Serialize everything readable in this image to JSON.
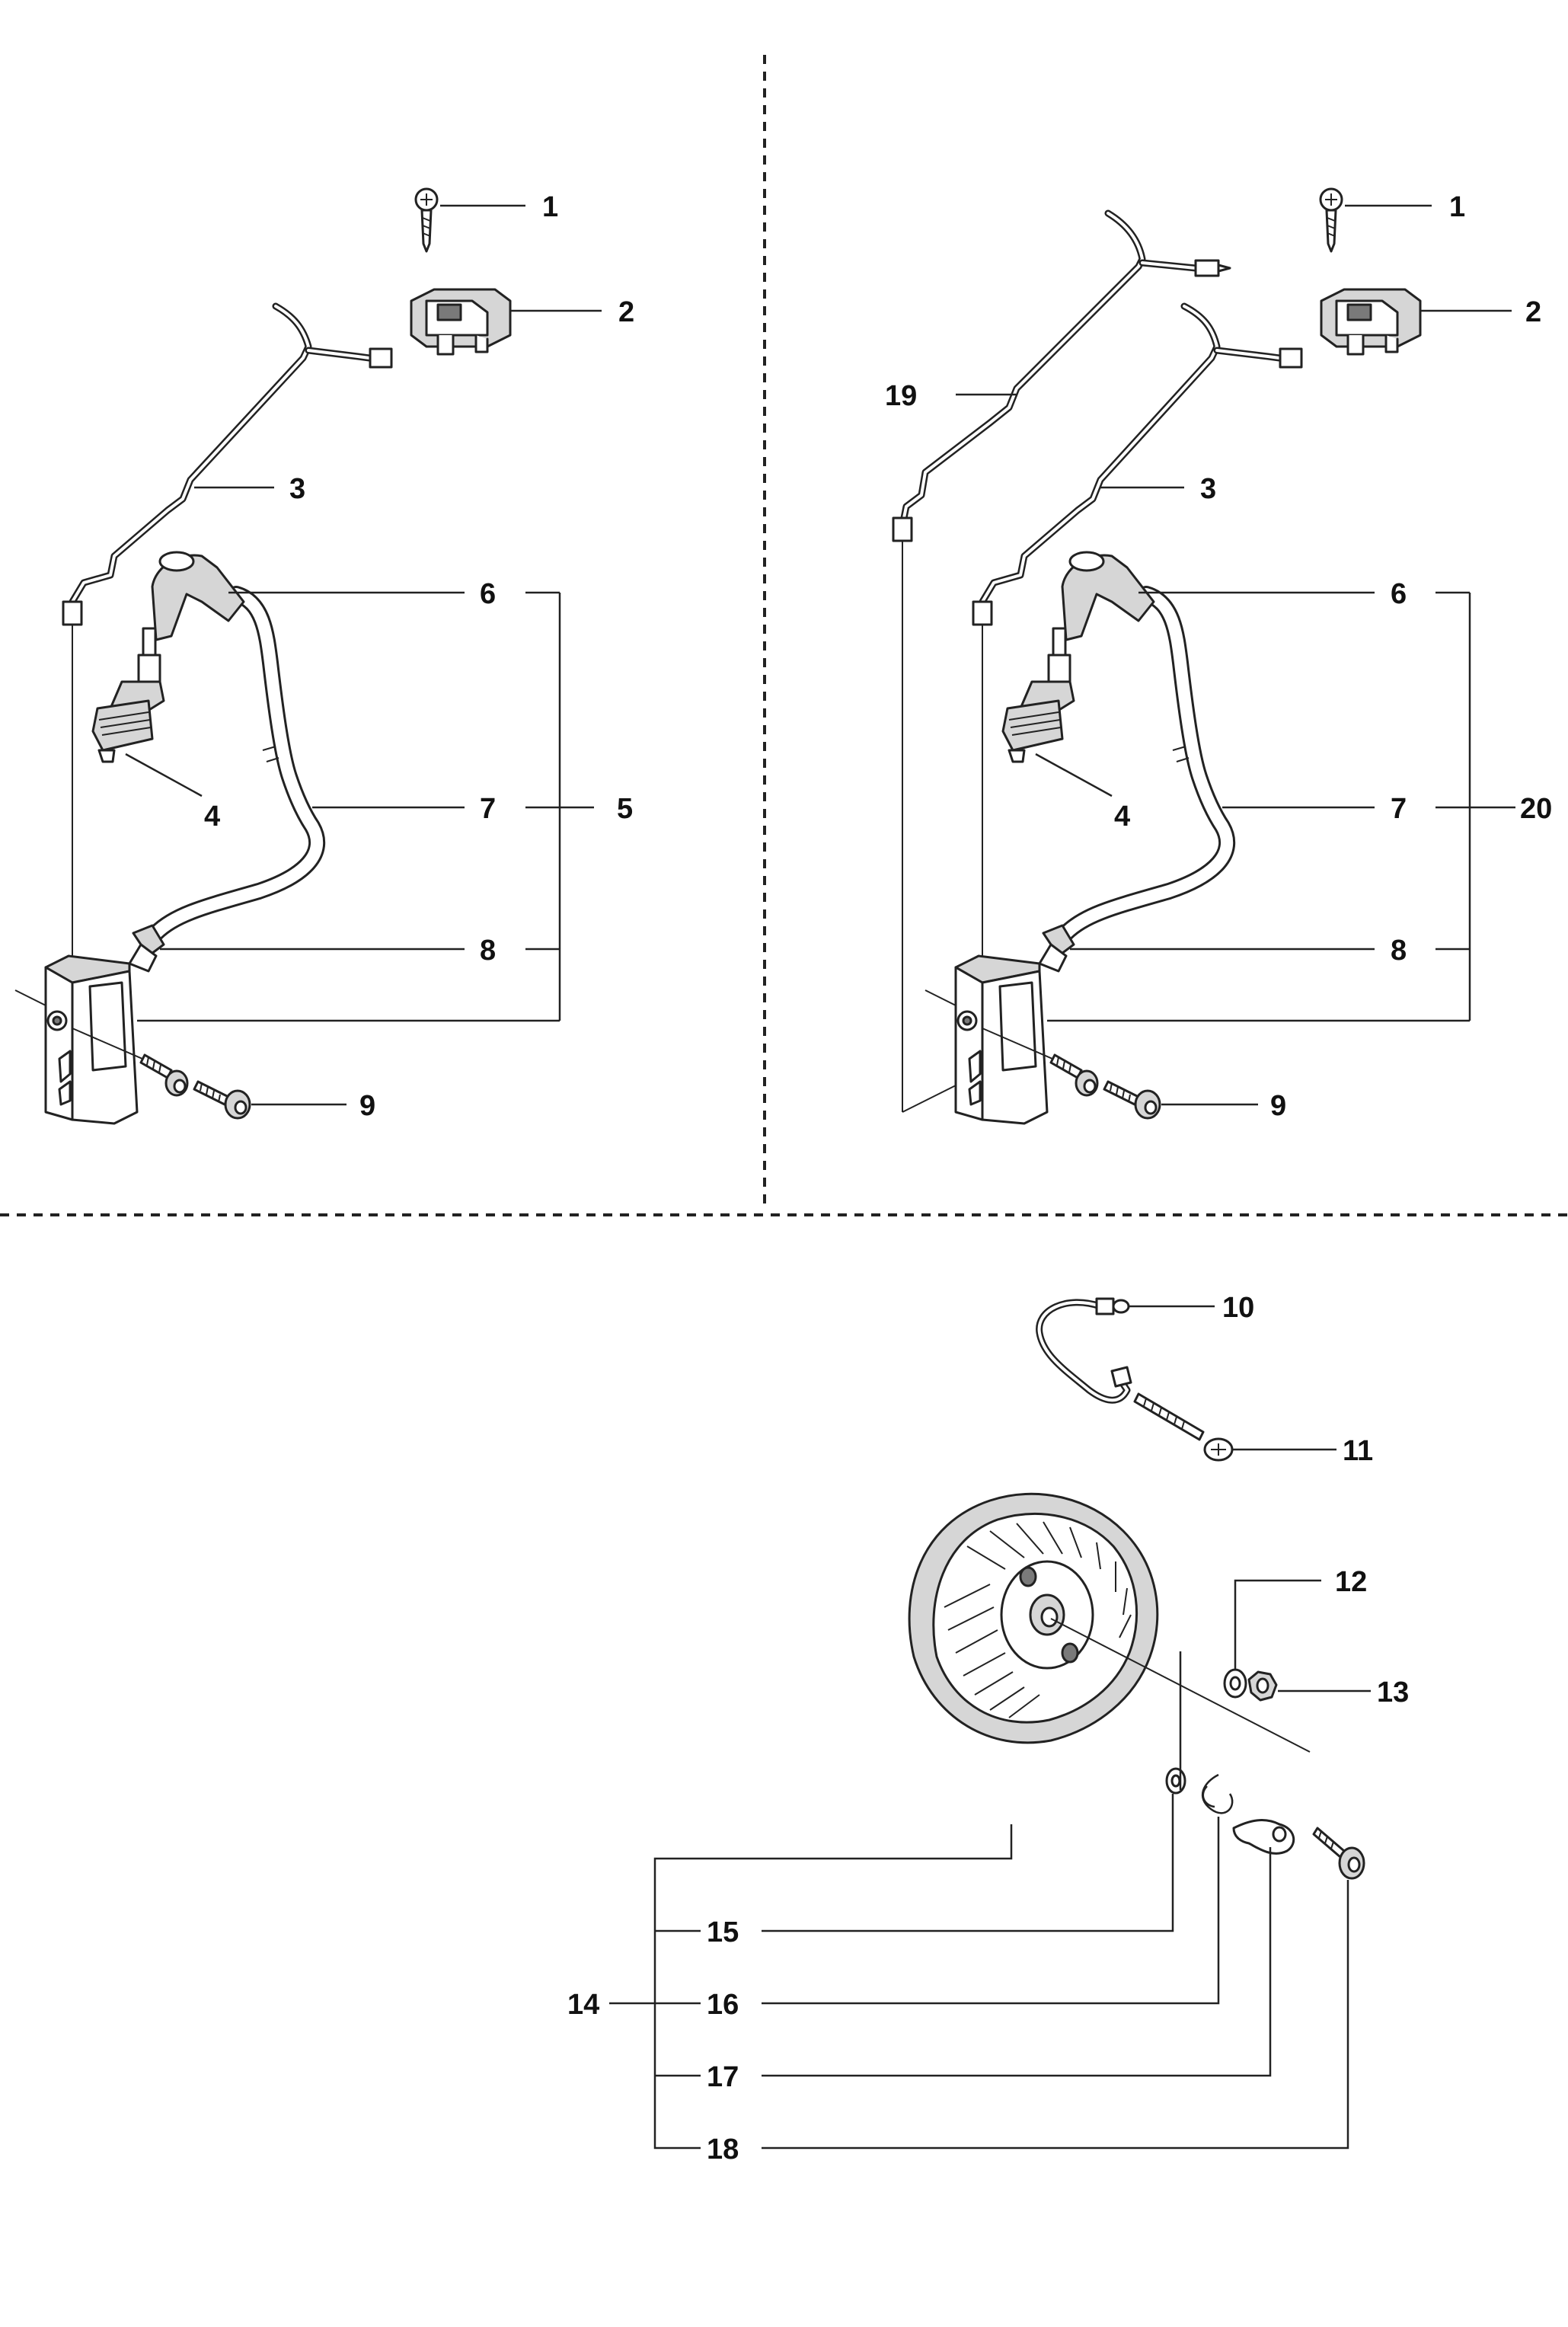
{
  "diagram": {
    "labels": {
      "1": "1",
      "2": "2",
      "3": "3",
      "4": "4",
      "5": "5",
      "6": "6",
      "7": "7",
      "8": "8",
      "9": "9",
      "10": "10",
      "11": "11",
      "12": "12",
      "13": "13",
      "14": "14",
      "15": "15",
      "16": "16",
      "17": "17",
      "18": "18",
      "19": "19",
      "20": "20"
    }
  },
  "colors": {
    "line": "#222222",
    "background": "#ffffff",
    "shading": "#d6d6d6"
  }
}
